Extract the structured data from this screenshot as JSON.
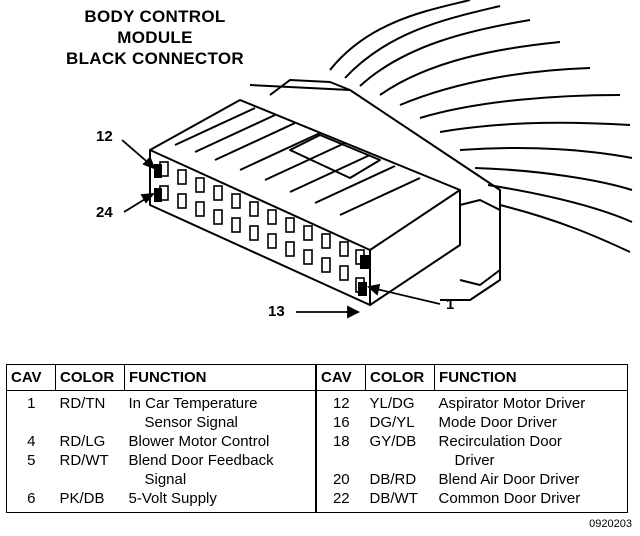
{
  "title": [
    "BODY CONTROL",
    "MODULE",
    "BLACK CONNECTOR"
  ],
  "pin_labels": {
    "p12": "12",
    "p24": "24",
    "p13": "13",
    "p1": "1"
  },
  "table": {
    "headers": [
      "CAV",
      "COLOR",
      "FUNCTION",
      "CAV",
      "COLOR",
      "FUNCTION"
    ],
    "left": [
      {
        "cav": "1",
        "color": "RD/TN",
        "function": "In Car Temperature",
        "cont": "Sensor Signal"
      },
      {
        "cav": "4",
        "color": "RD/LG",
        "function": "Blower Motor Control"
      },
      {
        "cav": "5",
        "color": "RD/WT",
        "function": "Blend Door Feedback",
        "cont": "Signal"
      },
      {
        "cav": "6",
        "color": "PK/DB",
        "function": "5-Volt Supply"
      }
    ],
    "right": [
      {
        "cav": "12",
        "color": "YL/DG",
        "function": "Aspirator Motor Driver"
      },
      {
        "cav": "16",
        "color": "DG/YL",
        "function": "Mode Door Driver"
      },
      {
        "cav": "18",
        "color": "GY/DB",
        "function": "Recirculation Door",
        "cont": "Driver"
      },
      {
        "cav": "20",
        "color": "DB/RD",
        "function": "Blend Air Door Driver"
      },
      {
        "cav": "22",
        "color": "DB/WT",
        "function": "Common Door Driver"
      }
    ]
  },
  "figure_code": "0920203"
}
